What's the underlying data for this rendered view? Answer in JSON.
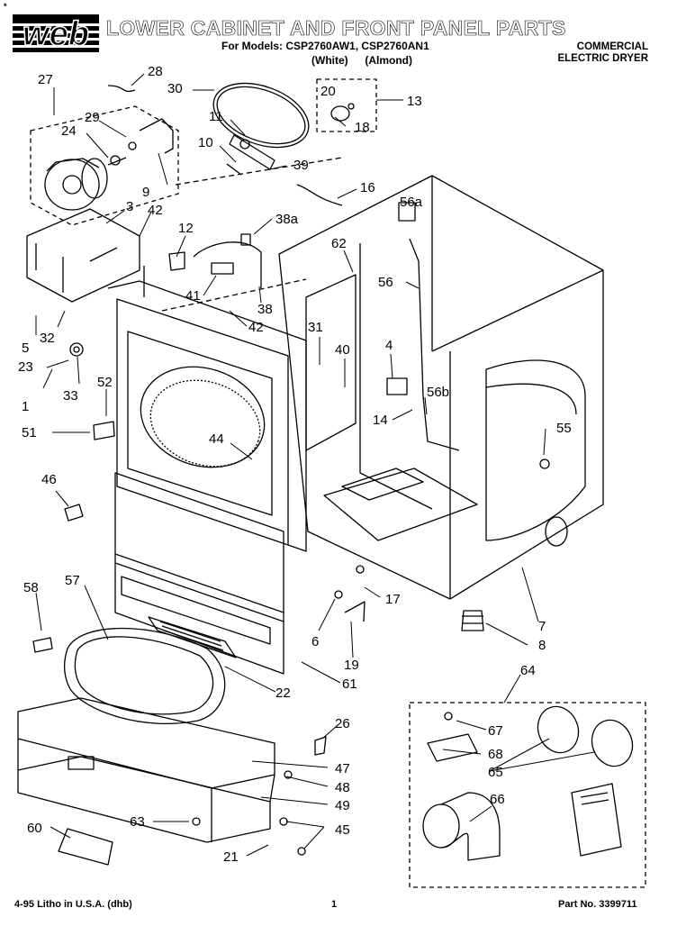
{
  "header": {
    "brand_logo_text": "web",
    "title": "LOWER CABINET AND FRONT PANEL PARTS",
    "models_line": "For Models: CSP2760AW1, CSP2760AN1",
    "color_white": "(White)",
    "color_almond": "(Almond)",
    "category_line1": "COMMERCIAL",
    "category_line2": "ELECTRIC DRYER",
    "corner_mark": "*"
  },
  "callouts": [
    "27",
    "28",
    "30",
    "20",
    "13",
    "29",
    "24",
    "11",
    "18",
    "10",
    "39",
    "9",
    "3",
    "42",
    "16",
    "56a",
    "38a",
    "12",
    "62",
    "41",
    "42",
    "38",
    "56",
    "5",
    "32",
    "31",
    "40",
    "4",
    "23",
    "56b",
    "33",
    "52",
    "1",
    "14",
    "55",
    "51",
    "44",
    "46",
    "58",
    "57",
    "17",
    "7",
    "6",
    "8",
    "19",
    "22",
    "61",
    "64",
    "26",
    "67",
    "68",
    "65",
    "47",
    "48",
    "66",
    "49",
    "60",
    "63",
    "45",
    "21"
  ],
  "footer": {
    "print_info": "4-95 Litho in U.S.A. (dhb)",
    "page_number": "1",
    "part_number": "Part No. 3399711"
  }
}
